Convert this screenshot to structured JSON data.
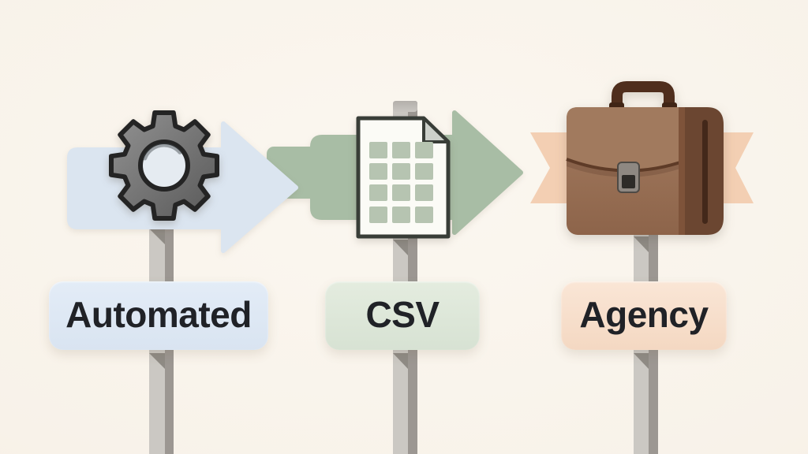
{
  "diagram": {
    "steps": [
      {
        "label": "Automated",
        "icon": "gear-icon",
        "sign_color": "#dde8f4",
        "connector_shape": "arrow-right",
        "connector_color": "#dbe5f0"
      },
      {
        "label": "CSV",
        "icon": "spreadsheet-file-icon",
        "sign_color": "#dfe8db",
        "connector_shape": "arrow-right",
        "connector_color": "#a8bda5"
      },
      {
        "label": "Agency",
        "icon": "briefcase-icon",
        "sign_color": "#f8e3d2",
        "connector_shape": "ribbon-banner",
        "connector_color": "#f3cfb3"
      }
    ],
    "palette": {
      "background": "#f8f2e9",
      "post_light": "#cbc8c3",
      "post_dark": "#9c9792",
      "gear_gray": "#757575",
      "gear_outline": "#242424",
      "document_fill": "#fbfbf6",
      "document_outline": "#383d37",
      "document_cells": "#b6c4b1",
      "briefcase_brown": "#9c7358",
      "briefcase_dark_side": "#6b4631",
      "briefcase_handle": "#4f2e1d",
      "text": "#202227"
    }
  }
}
